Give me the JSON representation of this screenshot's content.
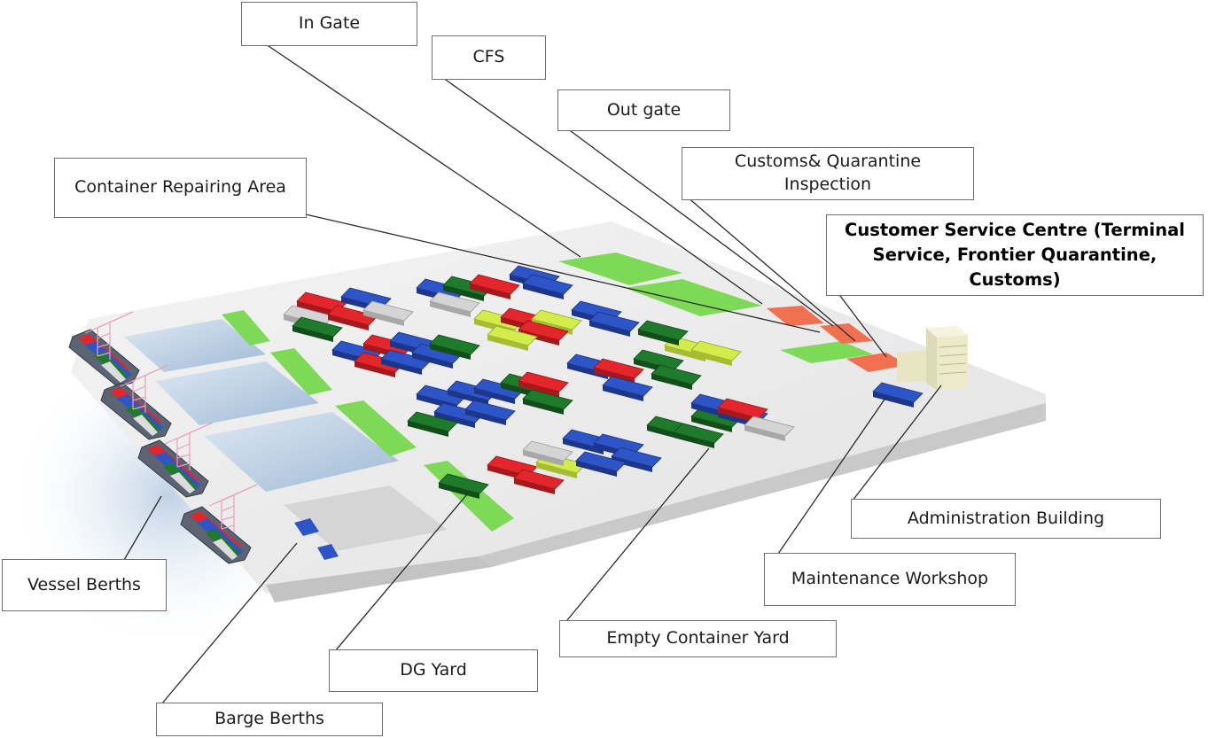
{
  "diagram": {
    "labels": {
      "in_gate": "In Gate",
      "cfs": "CFS",
      "out_gate": "Out gate",
      "customs": "Customs& Quarantine\nInspection",
      "container_repair": "Container Repairing Area",
      "customer_service": "Customer Service Centre (Terminal\nService, Frontier Quarantine, Customs)",
      "administration": "Administration Building",
      "maintenance": "Maintenance Workshop",
      "empty_yard": "Empty Container Yard",
      "dg_yard": "DG Yard",
      "vessel_berths": "Vessel Berths",
      "barge_berths": "Barge Berths"
    },
    "colors": {
      "container_red": "#e2262b",
      "container_blue": "#2d55c8",
      "container_green": "#1f7a2c",
      "container_lime": "#d4ec4a",
      "container_grey": "#c8c8c8",
      "green_area": "#7ed957",
      "orange_area": "#f07050",
      "ship_hull": "#5a6472",
      "crane": "#e8a0b8"
    }
  }
}
